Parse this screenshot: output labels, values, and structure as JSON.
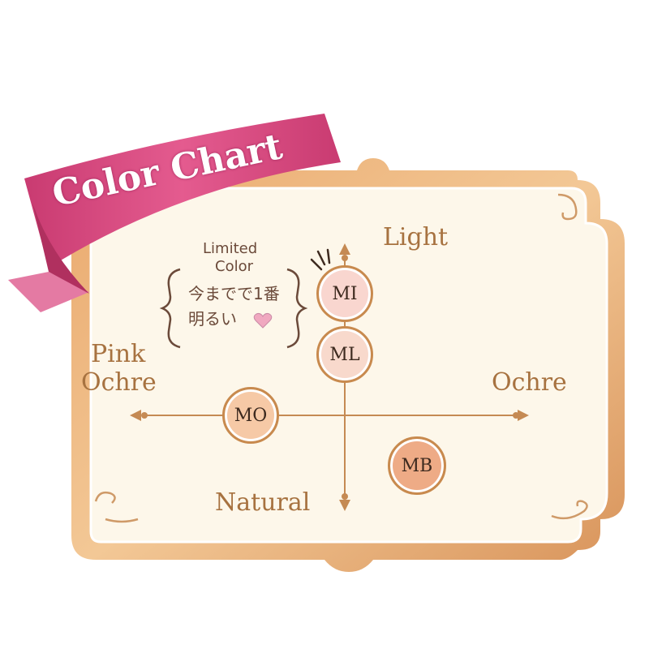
{
  "banner": {
    "subtitle": "あなたにぴったりのカラーは？",
    "title": "Color Chart"
  },
  "axes": {
    "top": "Light",
    "bottom": "Natural",
    "left_line1": "Pink",
    "left_line2": "Ochre",
    "right": "Ochre"
  },
  "callout": {
    "line1": "Limited",
    "line2": "Color",
    "line3": "今までで1番",
    "line4": "明るい"
  },
  "shades": [
    {
      "code": "MI",
      "fill": "#f9d6cf"
    },
    {
      "code": "ML",
      "fill": "#f8d9cc"
    },
    {
      "code": "MO",
      "fill": "#f6c9a6"
    },
    {
      "code": "MB",
      "fill": "#eeab86"
    }
  ],
  "colors": {
    "frame_outer": "#d99a62",
    "frame_inner": "#f0c79a",
    "background": "#fdf7ea",
    "axis": "#c58a53",
    "ribbon": "#d6427a",
    "ribbon_dark": "#b0305f",
    "label": "#a77240"
  }
}
